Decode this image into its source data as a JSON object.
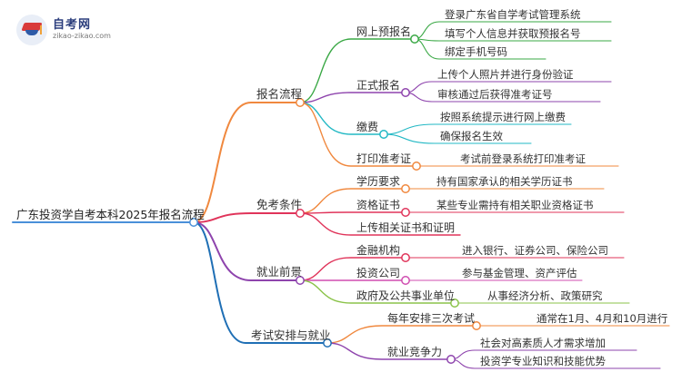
{
  "logo": {
    "title": "自考网",
    "url": "zikao-zikao.com"
  },
  "colors": {
    "root": "#4a90d9",
    "branch1": "#f0883e",
    "branch2": "#e0345a",
    "branch3": "#8e44ad",
    "branch4": "#1f6fb5",
    "g_wangshang": "#3aa845",
    "g_zhengshi": "#8e44ad",
    "g_jiaofei": "#22b8c4",
    "g_dayin": "#f0883e",
    "g_xueli": "#f0883e",
    "g_zige": "#e0345a",
    "g_jinrong": "#e0345a",
    "g_touzi": "#d04db0",
    "g_zhengfu": "#8bc34a",
    "g_meinian": "#f0883e",
    "g_jiuye": "#8e44ad"
  },
  "root": "广东投资学自考本科2025年报名流程",
  "branches": [
    {
      "label": "报名流程",
      "children": [
        {
          "label": "网上预报名",
          "children": [
            "登录广东省自学考试管理系统",
            "填写个人信息并获取预报名号",
            "绑定手机号码"
          ]
        },
        {
          "label": "正式报名",
          "children": [
            "上传个人照片并进行身份验证",
            "审核通过后获得准考证号"
          ]
        },
        {
          "label": "缴费",
          "children": [
            "按照系统提示进行网上缴费",
            "确保报名生效"
          ]
        },
        {
          "label": "打印准考证",
          "children": [
            "考试前登录系统打印准考证"
          ]
        }
      ]
    },
    {
      "label": "免考条件",
      "children": [
        {
          "label": "学历要求",
          "children": [
            "持有国家承认的相关学历证书"
          ]
        },
        {
          "label": "资格证书",
          "children": [
            "某些专业需持有相关职业资格证书"
          ]
        },
        {
          "label": "上传相关证书和证明",
          "children": []
        }
      ]
    },
    {
      "label": "就业前景",
      "children": [
        {
          "label": "金融机构",
          "children": [
            "进入银行、证券公司、保险公司"
          ]
        },
        {
          "label": "投资公司",
          "children": [
            "参与基金管理、资产评估"
          ]
        },
        {
          "label": "政府及公共事业单位",
          "children": [
            "从事经济分析、政策研究"
          ]
        }
      ]
    },
    {
      "label": "考试安排与就业",
      "children": [
        {
          "label": "每年安排三次考试",
          "children": [
            "通常在1月、4月和10月进行"
          ]
        },
        {
          "label": "就业竞争力",
          "children": [
            "社会对高素质人才需求增加",
            "投资学专业知识和技能优势"
          ]
        }
      ]
    }
  ]
}
